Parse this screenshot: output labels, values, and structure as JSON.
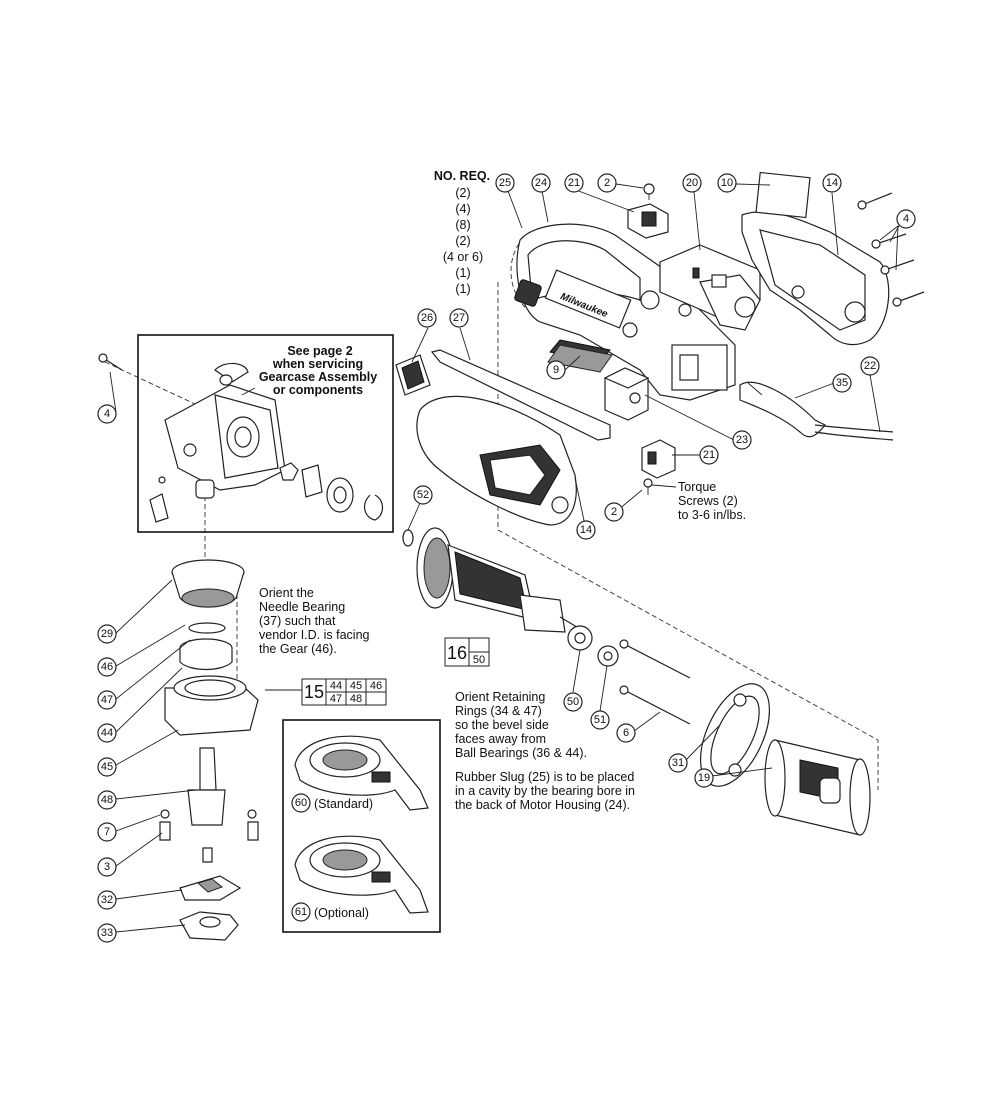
{
  "no_req": {
    "heading": "NO. REQ.",
    "values": [
      "(2)",
      "(4)",
      "(8)",
      "(2)",
      "(4 or 6)",
      "(1)",
      "(1)"
    ]
  },
  "notes": {
    "gearcase": [
      "See page 2",
      "when servicing",
      "Gearcase Assembly",
      "or components"
    ],
    "needle_bearing": [
      "Orient the",
      "Needle Bearing",
      "(37) such that",
      "vendor I.D. is facing",
      "the Gear (46)."
    ],
    "torque": [
      "Torque",
      "Screws (2)",
      "to 3-6 in/lbs."
    ],
    "retaining_rings": [
      "Orient Retaining",
      "Rings (34 & 47)",
      "so the bevel side",
      "faces away from",
      "Ball Bearings (36 & 44)."
    ],
    "rubber_slug": [
      "Rubber Slug (25) is to be placed",
      "in a cavity by the bearing bore in",
      "the back of Motor Housing (24)."
    ]
  },
  "guards": {
    "standard": {
      "number": "60",
      "label": "(Standard)"
    },
    "optional": {
      "number": "61",
      "label": "(Optional)"
    }
  },
  "kits": {
    "k15": {
      "number": "15",
      "parts": [
        "44",
        "45",
        "46",
        "47",
        "48",
        ""
      ]
    },
    "k16": {
      "number": "16",
      "parts": [
        "",
        "50"
      ]
    }
  },
  "callouts": {
    "c25": "25",
    "c24": "24",
    "c21a": "21",
    "c2a": "2",
    "c20": "20",
    "c10": "10",
    "c14a": "14",
    "c4a": "4",
    "c4b": "4",
    "c26": "26",
    "c27": "27",
    "c9": "9",
    "c22": "22",
    "c35": "35",
    "c23": "23",
    "c21b": "21",
    "c2b": "2",
    "c14b": "14",
    "c52": "52",
    "c29": "29",
    "c46": "46",
    "c47": "47",
    "c44": "44",
    "c45": "45",
    "c48": "48",
    "c7": "7",
    "c3": "3",
    "c32": "32",
    "c33": "33",
    "c50": "50",
    "c51": "51",
    "c6": "6",
    "c31": "31",
    "c19": "19"
  },
  "brand_logo": "Milwaukee"
}
